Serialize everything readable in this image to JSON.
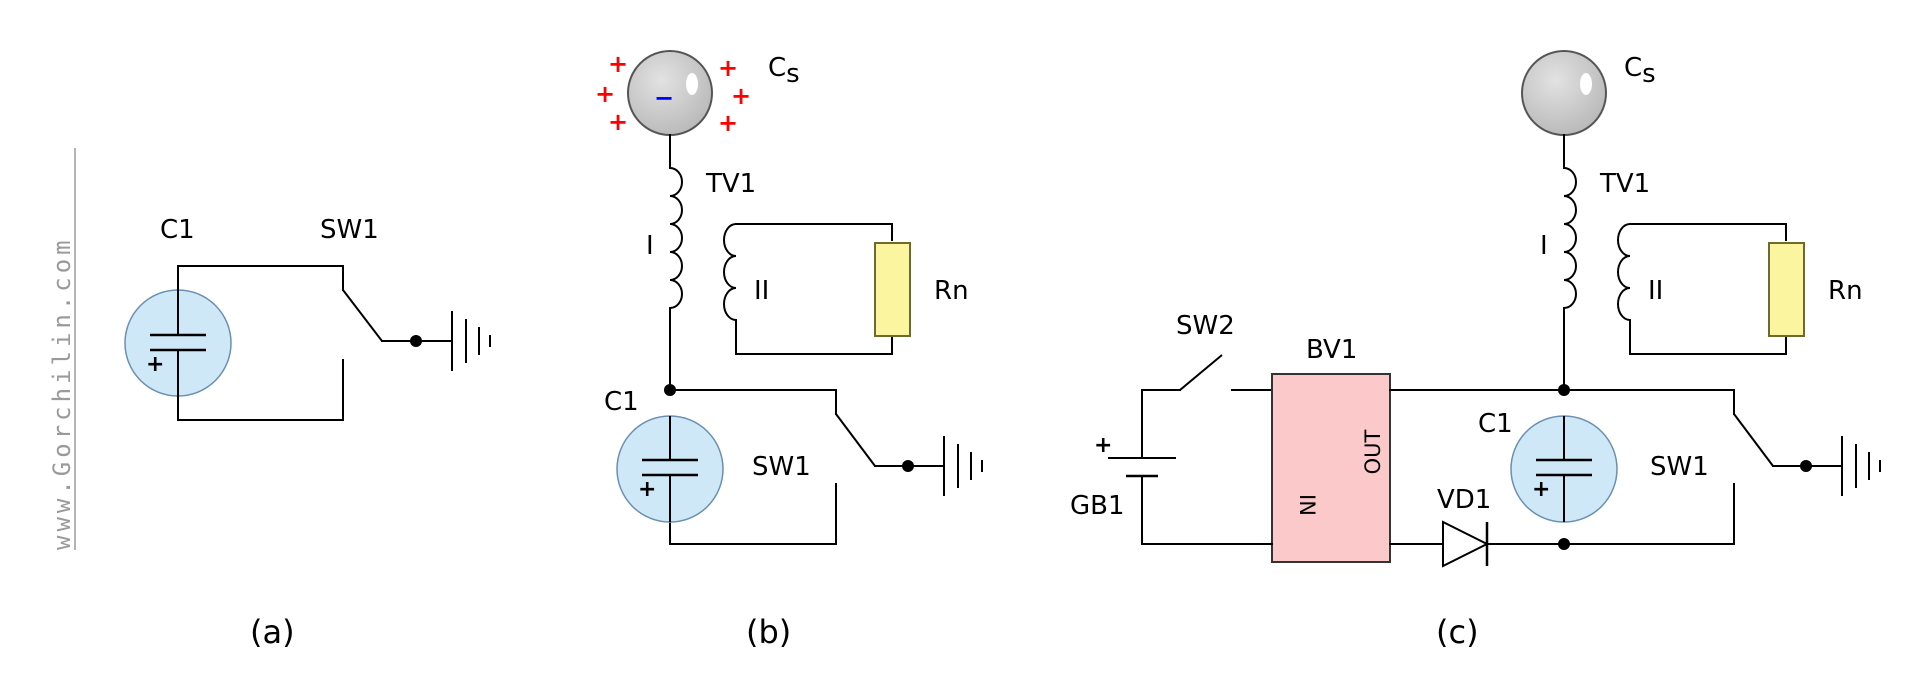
{
  "watermark": "www.Gorchilin.com",
  "colors": {
    "capacitor_fill": "#cfe8f8",
    "capacitor_stroke": "#6a8fb0",
    "load_fill": "#fbf5a0",
    "load_stroke": "#6e6a2a",
    "module_fill": "#fbc9c9",
    "module_stroke": "#333333",
    "sphere_fill": "#c2c2c2",
    "charge_positive": "#ff0000",
    "charge_negative": "#0000ff"
  },
  "diagram_a": {
    "caption": "(a)",
    "capacitor_label": "C1",
    "switch_label": "SW1",
    "polarity": "+"
  },
  "diagram_b": {
    "caption": "(b)",
    "sphere_label": "Cs",
    "sphere_center_charge": "−",
    "sphere_outer_charge": "+",
    "transformer_label": "TV1",
    "primary_label": "I",
    "secondary_label": "II",
    "load_label": "Rn",
    "capacitor_label": "C1",
    "switch_label": "SW1",
    "polarity": "+"
  },
  "diagram_c": {
    "caption": "(c)",
    "sphere_label": "Cs",
    "transformer_label": "TV1",
    "primary_label": "I",
    "secondary_label": "II",
    "load_label": "Rn",
    "capacitor_label": "C1",
    "switch1_label": "SW1",
    "switch2_label": "SW2",
    "module_label": "BV1",
    "module_in": "IN",
    "module_out": "OUT",
    "diode_label": "VD1",
    "battery_label": "GB1",
    "battery_polarity": "+",
    "polarity": "+"
  }
}
